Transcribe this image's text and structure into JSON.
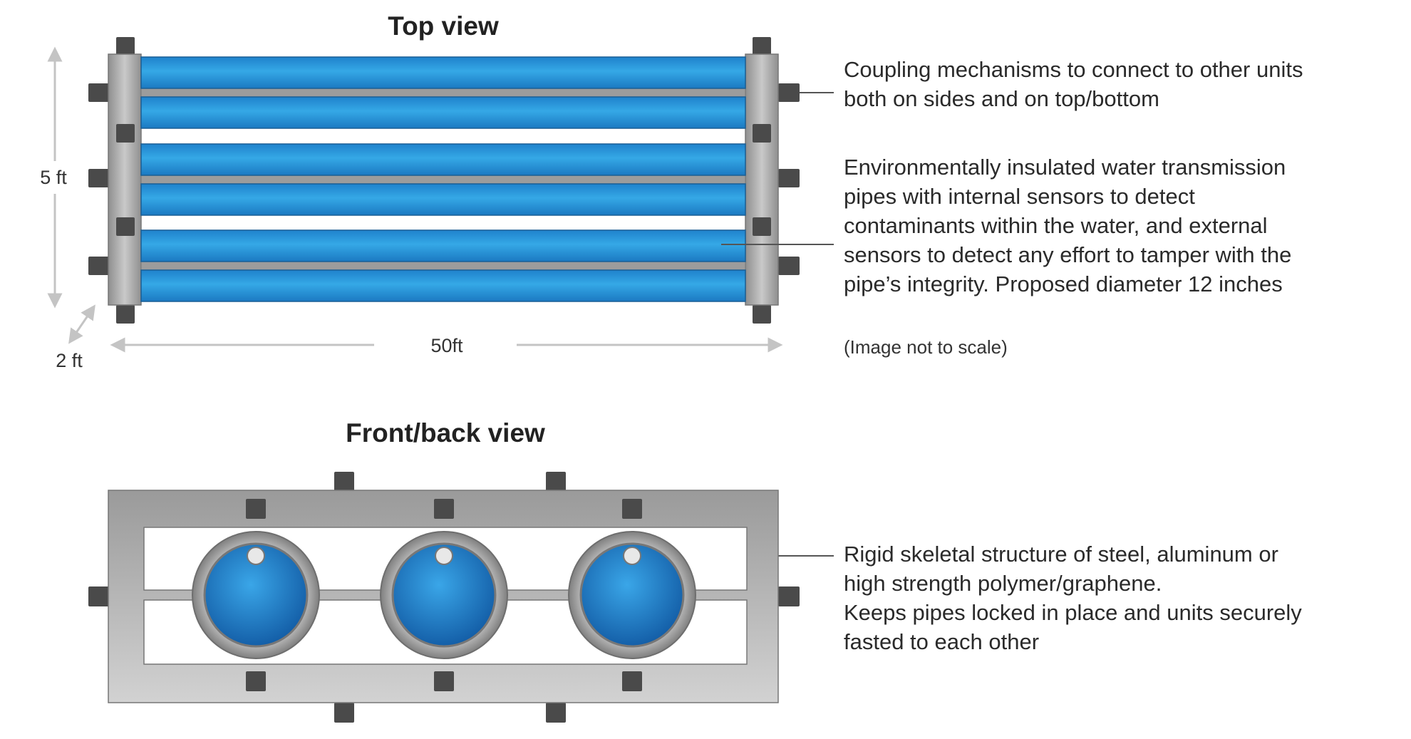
{
  "top_view": {
    "title": "Top view",
    "dim_height": "5 ft",
    "dim_depth": "2 ft",
    "dim_length": "50ft"
  },
  "front_view": {
    "title": "Front/back view"
  },
  "annotations": {
    "coupling": [
      "Coupling mechanisms to connect to other units",
      "both on sides and on top/bottom"
    ],
    "pipes": [
      "Environmentally insulated water transmission",
      "pipes with internal sensors to detect",
      "contaminants within the water, and external",
      "sensors to detect any effort to tamper with the",
      "pipe’s integrity. Proposed diameter 12 inches"
    ],
    "scale_note": "(Image not to scale)",
    "structure": [
      "Rigid skeletal structure of steel, aluminum or",
      "high strength polymer/graphene.",
      "Keeps pipes locked in place and units securely",
      "fasted to each other"
    ]
  },
  "colors": {
    "pipe_blue": "#2f9ee0",
    "frame_gray": "#a8a8a8",
    "coupler_dark": "#4a4a4a",
    "dimension_gray": "#c4c4c4"
  }
}
